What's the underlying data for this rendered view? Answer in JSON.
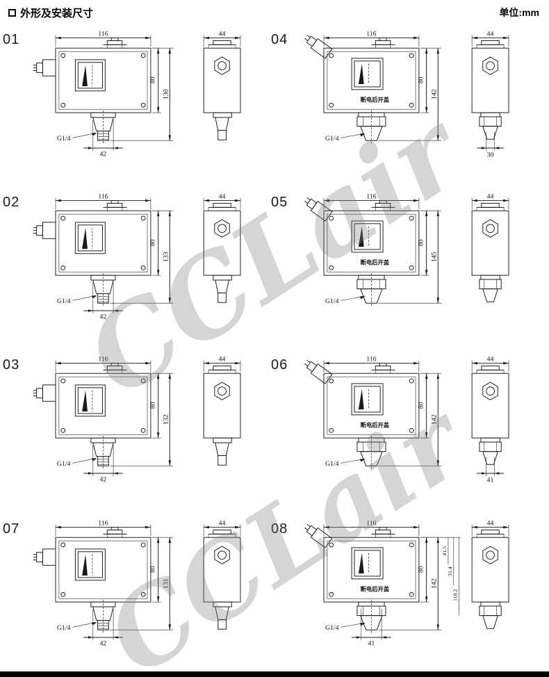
{
  "page": {
    "title": "外形及安装尺寸",
    "unit": "单位:mm",
    "watermark": "CCLair"
  },
  "figures": [
    {
      "num": "01",
      "front_width": "116",
      "side_width": "44",
      "body_height": "80",
      "total_height": "130",
      "bottom_width": "42",
      "thread": "G1/4",
      "cover": "",
      "side_bottom": ""
    },
    {
      "num": "02",
      "front_width": "116",
      "side_width": "44",
      "body_height": "80",
      "total_height": "133",
      "bottom_width": "42",
      "thread": "G1/4",
      "cover": "",
      "side_bottom": ""
    },
    {
      "num": "03",
      "front_width": "116",
      "side_width": "44",
      "body_height": "80",
      "total_height": "132",
      "bottom_width": "42",
      "thread": "G1/4",
      "cover": "",
      "side_bottom": ""
    },
    {
      "num": "04",
      "front_width": "116",
      "side_width": "44",
      "body_height": "80",
      "total_height": "142",
      "bottom_width": "",
      "thread": "G1/4",
      "cover": "断电后开盖",
      "side_bottom": "30"
    },
    {
      "num": "05",
      "front_width": "116",
      "side_width": "44",
      "body_height": "80",
      "total_height": "145",
      "bottom_width": "",
      "thread": "G1/4",
      "cover": "断电后开盖",
      "side_bottom": ""
    },
    {
      "num": "06",
      "front_width": "116",
      "side_width": "44",
      "body_height": "80",
      "total_height": "142",
      "bottom_width": "",
      "thread": "G1/4",
      "cover": "断电后开盖",
      "side_bottom": "41"
    },
    {
      "num": "07",
      "front_width": "116",
      "side_width": "44",
      "body_height": "80",
      "total_height": "131",
      "bottom_width": "42",
      "thread": "G1/4",
      "cover": "",
      "side_bottom": ""
    },
    {
      "num": "08",
      "front_width": "116",
      "side_width": "44",
      "body_height": "80",
      "total_height": "142",
      "bottom_width": "41",
      "thread": "G1/4",
      "cover": "断电后开盖",
      "side_bottom": "",
      "extra_dims": [
        "41.5",
        "31.4",
        "118.2"
      ]
    }
  ]
}
